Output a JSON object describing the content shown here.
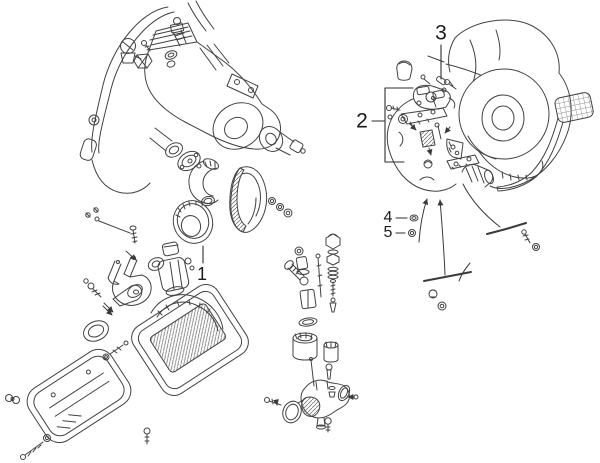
{
  "diagram": {
    "type": "exploded-parts-line-drawing",
    "background_color": "#ffffff",
    "line_color": "#424242",
    "label_color": "#1b1b1b",
    "callouts": [
      {
        "label": "1"
      },
      {
        "label": "2"
      },
      {
        "label": "3"
      },
      {
        "label": "4"
      },
      {
        "label": "5"
      }
    ]
  }
}
